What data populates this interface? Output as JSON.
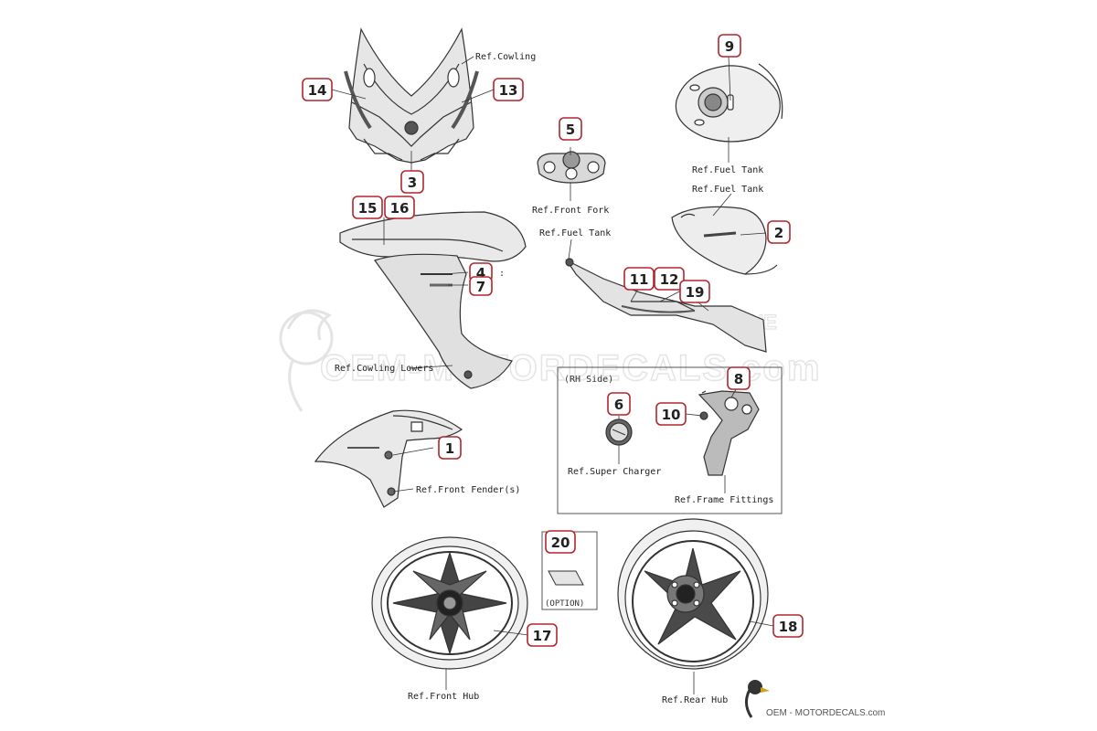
{
  "colors": {
    "callout_border": "#b3262e",
    "callout_text": "#222222",
    "line": "#333333",
    "part_fill": "#d9d9d9",
    "part_dark": "#6d6d6d",
    "watermark": "#cfcfcf"
  },
  "callouts": {
    "c1": "1",
    "c2": "2",
    "c3": "3",
    "c4": "4",
    "c5": "5",
    "c6": "6",
    "c7": "7",
    "c8": "8",
    "c9": "9",
    "c10": "10",
    "c11": "11",
    "c12": "12",
    "c13": "13",
    "c14": "14",
    "c15": "15",
    "c16": "16",
    "c17": "17",
    "c18": "18",
    "c19": "19",
    "c20": "20"
  },
  "labels": {
    "cowling": "Ref.Cowling",
    "fuel_tank_top": "Ref.Fuel Tank",
    "fuel_tank_mid": "Ref.Fuel Tank",
    "fuel_tank_left": "Ref.Fuel Tank",
    "front_fork": "Ref.Front Fork",
    "cowling_lowers": "Ref.Cowling Lowers",
    "rh_side": "(RH Side)",
    "super_charger": "Ref.Super Charger",
    "frame_fittings": "Ref.Frame Fittings",
    "front_fender": "Ref.Front Fender(s)",
    "option": "(OPTION)",
    "front_hub": "Ref.Front Hub",
    "rear_hub": "Ref.Rear Hub",
    "colon_mark": ":"
  },
  "watermark": {
    "main_text": "OEM-MOTORDECALS.com",
    "corner_text": "OEM - MOTORDECALS.com",
    "tune_text": "TUNE"
  }
}
